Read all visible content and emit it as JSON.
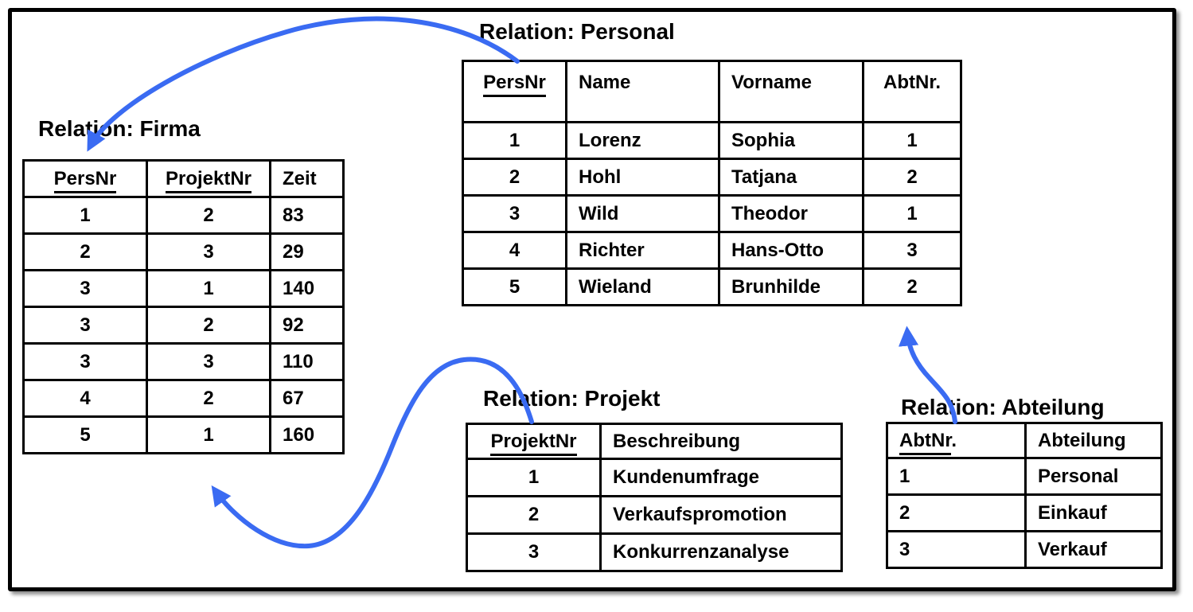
{
  "diagram": {
    "accent_color": "#3A6BF2",
    "border_color": "#000000",
    "background_color": "#FFFFFF"
  },
  "tables": {
    "firma": {
      "title": "Relation: Firma",
      "columns": [
        {
          "label": "PersNr",
          "key": true,
          "suffix": ""
        },
        {
          "label": "ProjektNr",
          "key": true,
          "suffix": ""
        },
        {
          "label": "Zeit",
          "key": false,
          "suffix": ""
        }
      ],
      "rows": [
        [
          "1",
          "2",
          "83"
        ],
        [
          "2",
          "3",
          "29"
        ],
        [
          "3",
          "1",
          "140"
        ],
        [
          "3",
          "2",
          "92"
        ],
        [
          "3",
          "3",
          "110"
        ],
        [
          "4",
          "2",
          "67"
        ],
        [
          "5",
          "1",
          "160"
        ]
      ]
    },
    "personal": {
      "title": "Relation: Personal",
      "columns": [
        {
          "label": "PersNr",
          "key": true,
          "suffix": ""
        },
        {
          "label": "Name",
          "key": false,
          "suffix": ""
        },
        {
          "label": "Vorname",
          "key": false,
          "suffix": ""
        },
        {
          "label": "AbtNr.",
          "key": false,
          "suffix": ""
        }
      ],
      "rows": [
        [
          "1",
          "Lorenz",
          "Sophia",
          "1"
        ],
        [
          "2",
          "Hohl",
          "Tatjana",
          "2"
        ],
        [
          "3",
          "Wild",
          "Theodor",
          "1"
        ],
        [
          "4",
          "Richter",
          "Hans-Otto",
          "3"
        ],
        [
          "5",
          "Wieland",
          "Brunhilde",
          "2"
        ]
      ]
    },
    "projekt": {
      "title": "Relation: Projekt",
      "columns": [
        {
          "label": "ProjektNr",
          "key": true,
          "suffix": ""
        },
        {
          "label": "Beschreibung",
          "key": false,
          "suffix": ""
        }
      ],
      "rows": [
        [
          "1",
          "Kundenumfrage"
        ],
        [
          "2",
          "Verkaufspromotion"
        ],
        [
          "3",
          "Konkurrenzanalyse"
        ]
      ]
    },
    "abteilung": {
      "title": "Relation: Abteilung",
      "columns": [
        {
          "label": "AbtNr",
          "key": true,
          "suffix": "."
        },
        {
          "label": "Abteilung",
          "key": false,
          "suffix": ""
        }
      ],
      "rows": [
        [
          "1",
          "Personal"
        ],
        [
          "2",
          "Einkauf"
        ],
        [
          "3",
          "Verkauf"
        ]
      ]
    }
  },
  "arrows": [
    {
      "name": "personal-to-firma",
      "from": "Personal.PersNr",
      "to": "Firma.PersNr"
    },
    {
      "name": "projekt-to-firma",
      "from": "Projekt.ProjektNr",
      "to": "Firma.ProjektNr"
    },
    {
      "name": "abteilung-to-personal",
      "from": "Abteilung.AbtNr",
      "to": "Personal.AbtNr"
    }
  ]
}
